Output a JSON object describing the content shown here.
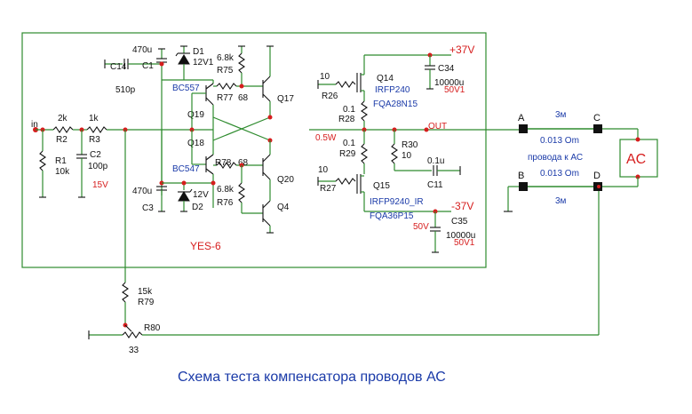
{
  "title": "Схема теста компенсатора проводов АС",
  "module_name": "YES-6",
  "components": {
    "c14": {
      "ref": "C14",
      "value": "510p"
    },
    "c1": {
      "ref": "C1",
      "value": "470u"
    },
    "d1": {
      "ref": "D1",
      "value": "12V1"
    },
    "r75": {
      "ref": "R75",
      "value": "6.8k"
    },
    "r77": {
      "ref": "R77",
      "value": "68"
    },
    "q17": {
      "ref": "Q17"
    },
    "q19": {
      "ref": "Q19",
      "type": "BC557"
    },
    "q18": {
      "ref": "Q18",
      "type": "BC547"
    },
    "r78": {
      "ref": "R78",
      "value": "68"
    },
    "r76": {
      "ref": "R76",
      "value": "6.8k"
    },
    "q20": {
      "ref": "Q20"
    },
    "q4": {
      "ref": "Q4"
    },
    "c3": {
      "ref": "C3",
      "value": "470u"
    },
    "d2": {
      "ref": "D2",
      "value": "12V"
    },
    "r2": {
      "ref": "R2",
      "value": "2k"
    },
    "r3": {
      "ref": "R3",
      "value": "1k"
    },
    "r1": {
      "ref": "R1",
      "value": "10k"
    },
    "c2": {
      "ref": "C2",
      "value": "100p"
    },
    "r26": {
      "ref": "R26",
      "value": "10"
    },
    "q14": {
      "ref": "Q14",
      "type": "IRFP240"
    },
    "r28": {
      "ref": "R28",
      "value": "0.1"
    },
    "r29": {
      "ref": "R29",
      "value": "0.1"
    },
    "r30": {
      "ref": "R30",
      "value": "10"
    },
    "c11": {
      "ref": "C11",
      "value": "0.1u"
    },
    "r27": {
      "ref": "R27",
      "value": "10"
    },
    "q15": {
      "ref": "Q15",
      "type": "IRFP9240_IR"
    },
    "c34": {
      "ref": "C34",
      "value": "10000u"
    },
    "c35": {
      "ref": "C35",
      "value": "10000u"
    },
    "r79": {
      "ref": "R79",
      "value": "15k"
    },
    "r80": {
      "ref": "R80",
      "value": "33"
    }
  },
  "annotations": {
    "input": "in",
    "v15": "15V",
    "fqa28": "FQA28N15",
    "fqa36": "FQA36P15",
    "pos37": "+37V",
    "neg37": "-37V",
    "out": "OUT",
    "power": "0.5W",
    "c34_rating": "50V1",
    "c35_rating": "50V1",
    "c35_voltage": "50V"
  },
  "speaker_wiring": {
    "terminals": [
      "A",
      "B",
      "C",
      "D"
    ],
    "length_top": "3м",
    "length_bottom": "3м",
    "res_top": "0.013 Om",
    "res_bottom": "0.013 Om",
    "caption": "провода к АС",
    "load": "AC"
  }
}
